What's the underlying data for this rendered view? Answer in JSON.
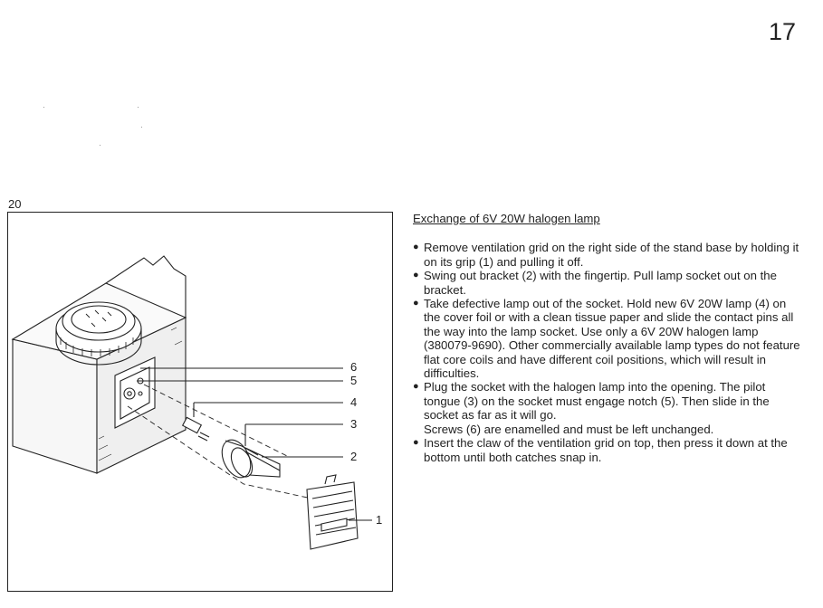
{
  "page": {
    "page_number": "17"
  },
  "figure": {
    "number": "20",
    "callouts": [
      {
        "id": "6",
        "label": "6"
      },
      {
        "id": "5",
        "label": "5"
      },
      {
        "id": "4",
        "label": "4"
      },
      {
        "id": "3",
        "label": "3"
      },
      {
        "id": "2",
        "label": "2"
      },
      {
        "id": "1",
        "label": "1"
      }
    ]
  },
  "section": {
    "title": "Exchange of 6V 20W halogen lamp",
    "bullet_glyph": "●",
    "items": [
      {
        "text": "Remove ventilation grid on the right side of the stand base by holding it on its grip (1) and pulling it off."
      },
      {
        "text": "Swing out bracket (2) with the fingertip. Pull lamp socket out on the bracket."
      },
      {
        "text": "Take defective lamp out of the socket. Hold new 6V 20W lamp (4) on the cover foil or with a clean tissue paper and slide the contact pins all the way into the lamp socket. Use only a 6V 20W halogen lamp (380079-9690). Other commercially available lamp types do not feature flat core coils and have different coil positions, which will result in difficulties."
      },
      {
        "text": "Plug the socket with the halogen lamp into the opening. The pilot tongue (3) on the socket must engage notch (5). Then slide in the socket as far as it will go.",
        "note": "Screws (6) are enamelled and must be left unchanged."
      },
      {
        "text": "Insert the claw of the ventilation grid on top, then press it down at the bottom until both catches snap in."
      }
    ]
  }
}
